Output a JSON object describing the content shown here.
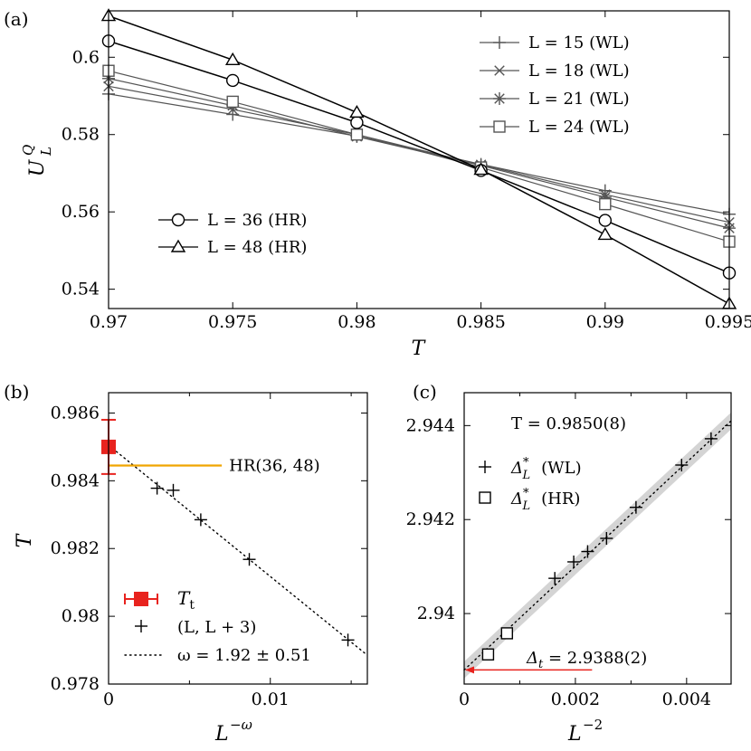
{
  "chart_data": [
    {
      "id": "a",
      "panel_label": "(a)",
      "type": "line",
      "xlabel": "T",
      "ylabel": "U",
      "ylabel_sup": "Q",
      "ylabel_sub": "L",
      "xlim": [
        0.97,
        0.995
      ],
      "ylim": [
        0.535,
        0.612
      ],
      "xticks": [
        0.97,
        0.975,
        0.98,
        0.985,
        0.99,
        0.995
      ],
      "xtick_labels": [
        "0.97",
        "0.975",
        "0.98",
        "0.985",
        "0.99",
        "0.995"
      ],
      "yticks": [
        0.54,
        0.56,
        0.58,
        0.6
      ],
      "ytick_labels": [
        "0.54",
        "0.56",
        "0.58",
        "0.6"
      ],
      "x": [
        0.97,
        0.975,
        0.98,
        0.985,
        0.99,
        0.995
      ],
      "series": [
        {
          "name": "L = 15 (WL)",
          "marker": "plus",
          "color": "#555555",
          "values": [
            0.5905,
            0.5852,
            0.5796,
            0.5723,
            0.5655,
            0.5594
          ]
        },
        {
          "name": "L = 18 (WL)",
          "marker": "x",
          "color": "#555555",
          "values": [
            0.5925,
            0.5865,
            0.58,
            0.5722,
            0.5645,
            0.5573
          ]
        },
        {
          "name": "L = 21 (WL)",
          "marker": "star",
          "color": "#555555",
          "values": [
            0.5945,
            0.5875,
            0.5795,
            0.572,
            0.5638,
            0.5558
          ]
        },
        {
          "name": "L = 24 (WL)",
          "marker": "square",
          "color": "#555555",
          "values": [
            0.5965,
            0.5885,
            0.58,
            0.5715,
            0.562,
            0.5523
          ]
        },
        {
          "name": "L = 36 (HR)",
          "marker": "circle",
          "color": "#000000",
          "values": [
            0.6042,
            0.594,
            0.5831,
            0.5707,
            0.5578,
            0.5442
          ]
        },
        {
          "name": "L = 48 (HR)",
          "marker": "triangle",
          "color": "#000000",
          "values": [
            0.6107,
            0.5993,
            0.5857,
            0.5709,
            0.5541,
            0.5362
          ]
        }
      ],
      "legend_top_right": [
        "L = 15 (WL)",
        "L = 18 (WL)",
        "L = 21 (WL)",
        "L = 24 (WL)"
      ],
      "legend_bottom_left": [
        "L = 36 (HR)",
        "L = 48 (HR)"
      ]
    },
    {
      "id": "b",
      "panel_label": "(b)",
      "type": "scatter",
      "xlabel": "L",
      "xlabel_sup": "−ω",
      "ylabel": "T",
      "xlim": [
        0,
        0.016
      ],
      "ylim": [
        0.978,
        0.9866
      ],
      "xticks": [
        0,
        0.01
      ],
      "xtick_labels": [
        "0",
        "0.01"
      ],
      "xminor": [
        0.005,
        0.015
      ],
      "yticks": [
        0.978,
        0.98,
        0.982,
        0.984,
        0.986
      ],
      "ytick_labels": [
        "0.978",
        "0.98",
        "0.982",
        "0.984",
        "0.986"
      ],
      "points": {
        "name": "(L, L + 3)",
        "marker": "plus",
        "color": "#000000",
        "x": [
          0.003,
          0.004,
          0.0057,
          0.0087,
          0.0148
        ],
        "y": [
          0.98378,
          0.98372,
          0.98285,
          0.98168,
          0.9793
        ]
      },
      "estimate": {
        "name": "T_t",
        "label_main": "T",
        "label_sub": "t",
        "color": "#e8231e",
        "x": 0.0,
        "y": 0.985,
        "yerr": 0.0008,
        "xerr": 0.0
      },
      "fit": {
        "name": "ω = 1.92 ± 0.51",
        "style": "dotted",
        "x": [
          0.0,
          0.016
        ],
        "y": [
          0.98505,
          0.97885
        ]
      },
      "hr_line": {
        "label": "HR(36, 48)",
        "color": "#f0a500",
        "y": 0.98445,
        "x": [
          0.0,
          0.007
        ]
      }
    },
    {
      "id": "c",
      "panel_label": "(c)",
      "type": "scatter",
      "xlabel": "L",
      "xlabel_sup": "−2",
      "xlim": [
        0,
        0.0048
      ],
      "ylim": [
        2.9385,
        2.9447
      ],
      "xticks": [
        0,
        0.002,
        0.004
      ],
      "xtick_labels": [
        "0",
        "0.002",
        "0.004"
      ],
      "xminor": [
        0.001,
        0.003
      ],
      "yticks": [
        2.94,
        2.942,
        2.944
      ],
      "ytick_labels": [
        "2.94",
        "2.942",
        "2.944"
      ],
      "annotation": "T = 0.9850(8)",
      "wl_points": {
        "name": "Δ*_L (WL)",
        "marker": "plus",
        "color": "#000000",
        "x": [
          0.00163,
          0.00197,
          0.00222,
          0.00256,
          0.00309,
          0.00391,
          0.00444
        ],
        "y": [
          2.94075,
          2.9411,
          2.94132,
          2.9416,
          2.94226,
          2.94316,
          2.94372
        ]
      },
      "hr_points": {
        "name": "Δ*_L (HR)",
        "marker": "square",
        "color": "#000000",
        "x": [
          0.00043,
          0.00077
        ],
        "y": [
          2.93913,
          2.93958
        ]
      },
      "fit": {
        "style": "dotted",
        "x": [
          0.0,
          0.0048
        ],
        "y": [
          2.9388,
          2.9441
        ],
        "band_halfwidth": 0.00018
      },
      "intercept": {
        "label_main": "Δ",
        "label_sub": "t",
        "label_value": " = 2.9388(2)",
        "x": 0.0,
        "y": 2.9388,
        "arrow_from_x": 0.0023,
        "color": "#e8231e"
      },
      "legend": [
        {
          "main": "Δ",
          "sup": "*",
          "sub": "L",
          "tag": "(WL)",
          "marker": "plus"
        },
        {
          "main": "Δ",
          "sup": "*",
          "sub": "L",
          "tag": "(HR)",
          "marker": "square"
        }
      ]
    }
  ]
}
